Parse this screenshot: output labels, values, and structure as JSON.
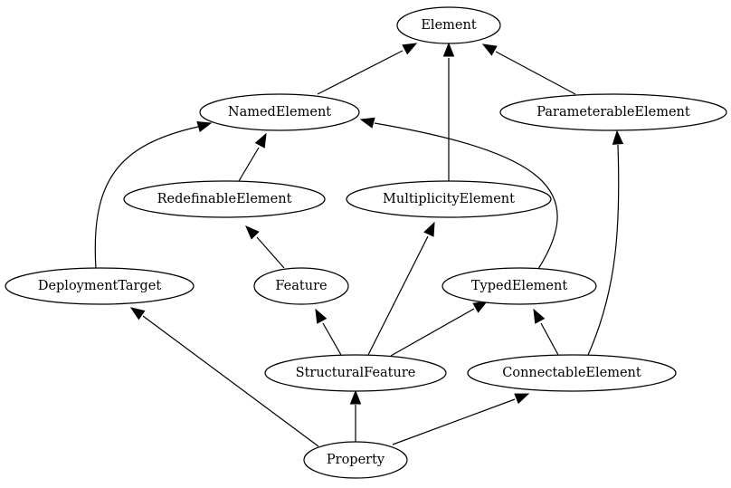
{
  "diagram": {
    "type": "inheritance-graph",
    "nodes": {
      "element": "Element",
      "named_element": "NamedElement",
      "parameterable_element": "ParameterableElement",
      "redefinable_element": "RedefinableElement",
      "multiplicity_element": "MultiplicityElement",
      "deployment_target": "DeploymentTarget",
      "feature": "Feature",
      "typed_element": "TypedElement",
      "structural_feature": "StructuralFeature",
      "connectable_element": "ConnectableElement",
      "property": "Property"
    },
    "edges": [
      {
        "from": "named_element",
        "to": "element"
      },
      {
        "from": "multiplicity_element",
        "to": "element"
      },
      {
        "from": "parameterable_element",
        "to": "element"
      },
      {
        "from": "redefinable_element",
        "to": "named_element"
      },
      {
        "from": "deployment_target",
        "to": "named_element"
      },
      {
        "from": "typed_element",
        "to": "named_element"
      },
      {
        "from": "feature",
        "to": "redefinable_element"
      },
      {
        "from": "structural_feature",
        "to": "feature"
      },
      {
        "from": "structural_feature",
        "to": "multiplicity_element"
      },
      {
        "from": "structural_feature",
        "to": "typed_element"
      },
      {
        "from": "connectable_element",
        "to": "typed_element"
      },
      {
        "from": "connectable_element",
        "to": "parameterable_element"
      },
      {
        "from": "property",
        "to": "deployment_target"
      },
      {
        "from": "property",
        "to": "structural_feature"
      },
      {
        "from": "property",
        "to": "connectable_element"
      }
    ]
  }
}
